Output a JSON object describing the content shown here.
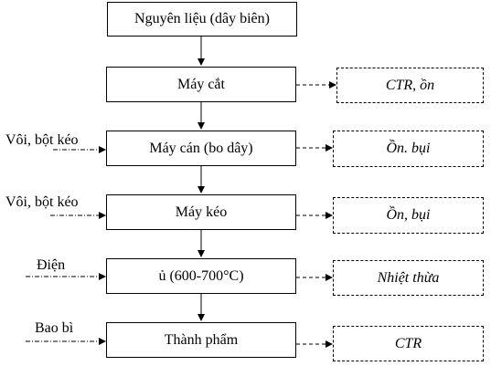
{
  "process_steps": [
    "Nguyên liệu (dây biên)",
    "Máy cắt",
    "Máy cán (bo dây)",
    "Máy kéo",
    "ủ (600-700°C)",
    "Thành phẩm"
  ],
  "outputs": {
    "cutter": "CTR, ồn",
    "roller": "Ồn. bụi",
    "drawer": "Ồn, bụi",
    "anneal": "Nhiệt thừa",
    "product": "CTR"
  },
  "inputs": {
    "roller": "Vôi, bột kéo",
    "drawer": "Vôi, bột kéo",
    "anneal": "Điện",
    "product": "Bao bì"
  }
}
